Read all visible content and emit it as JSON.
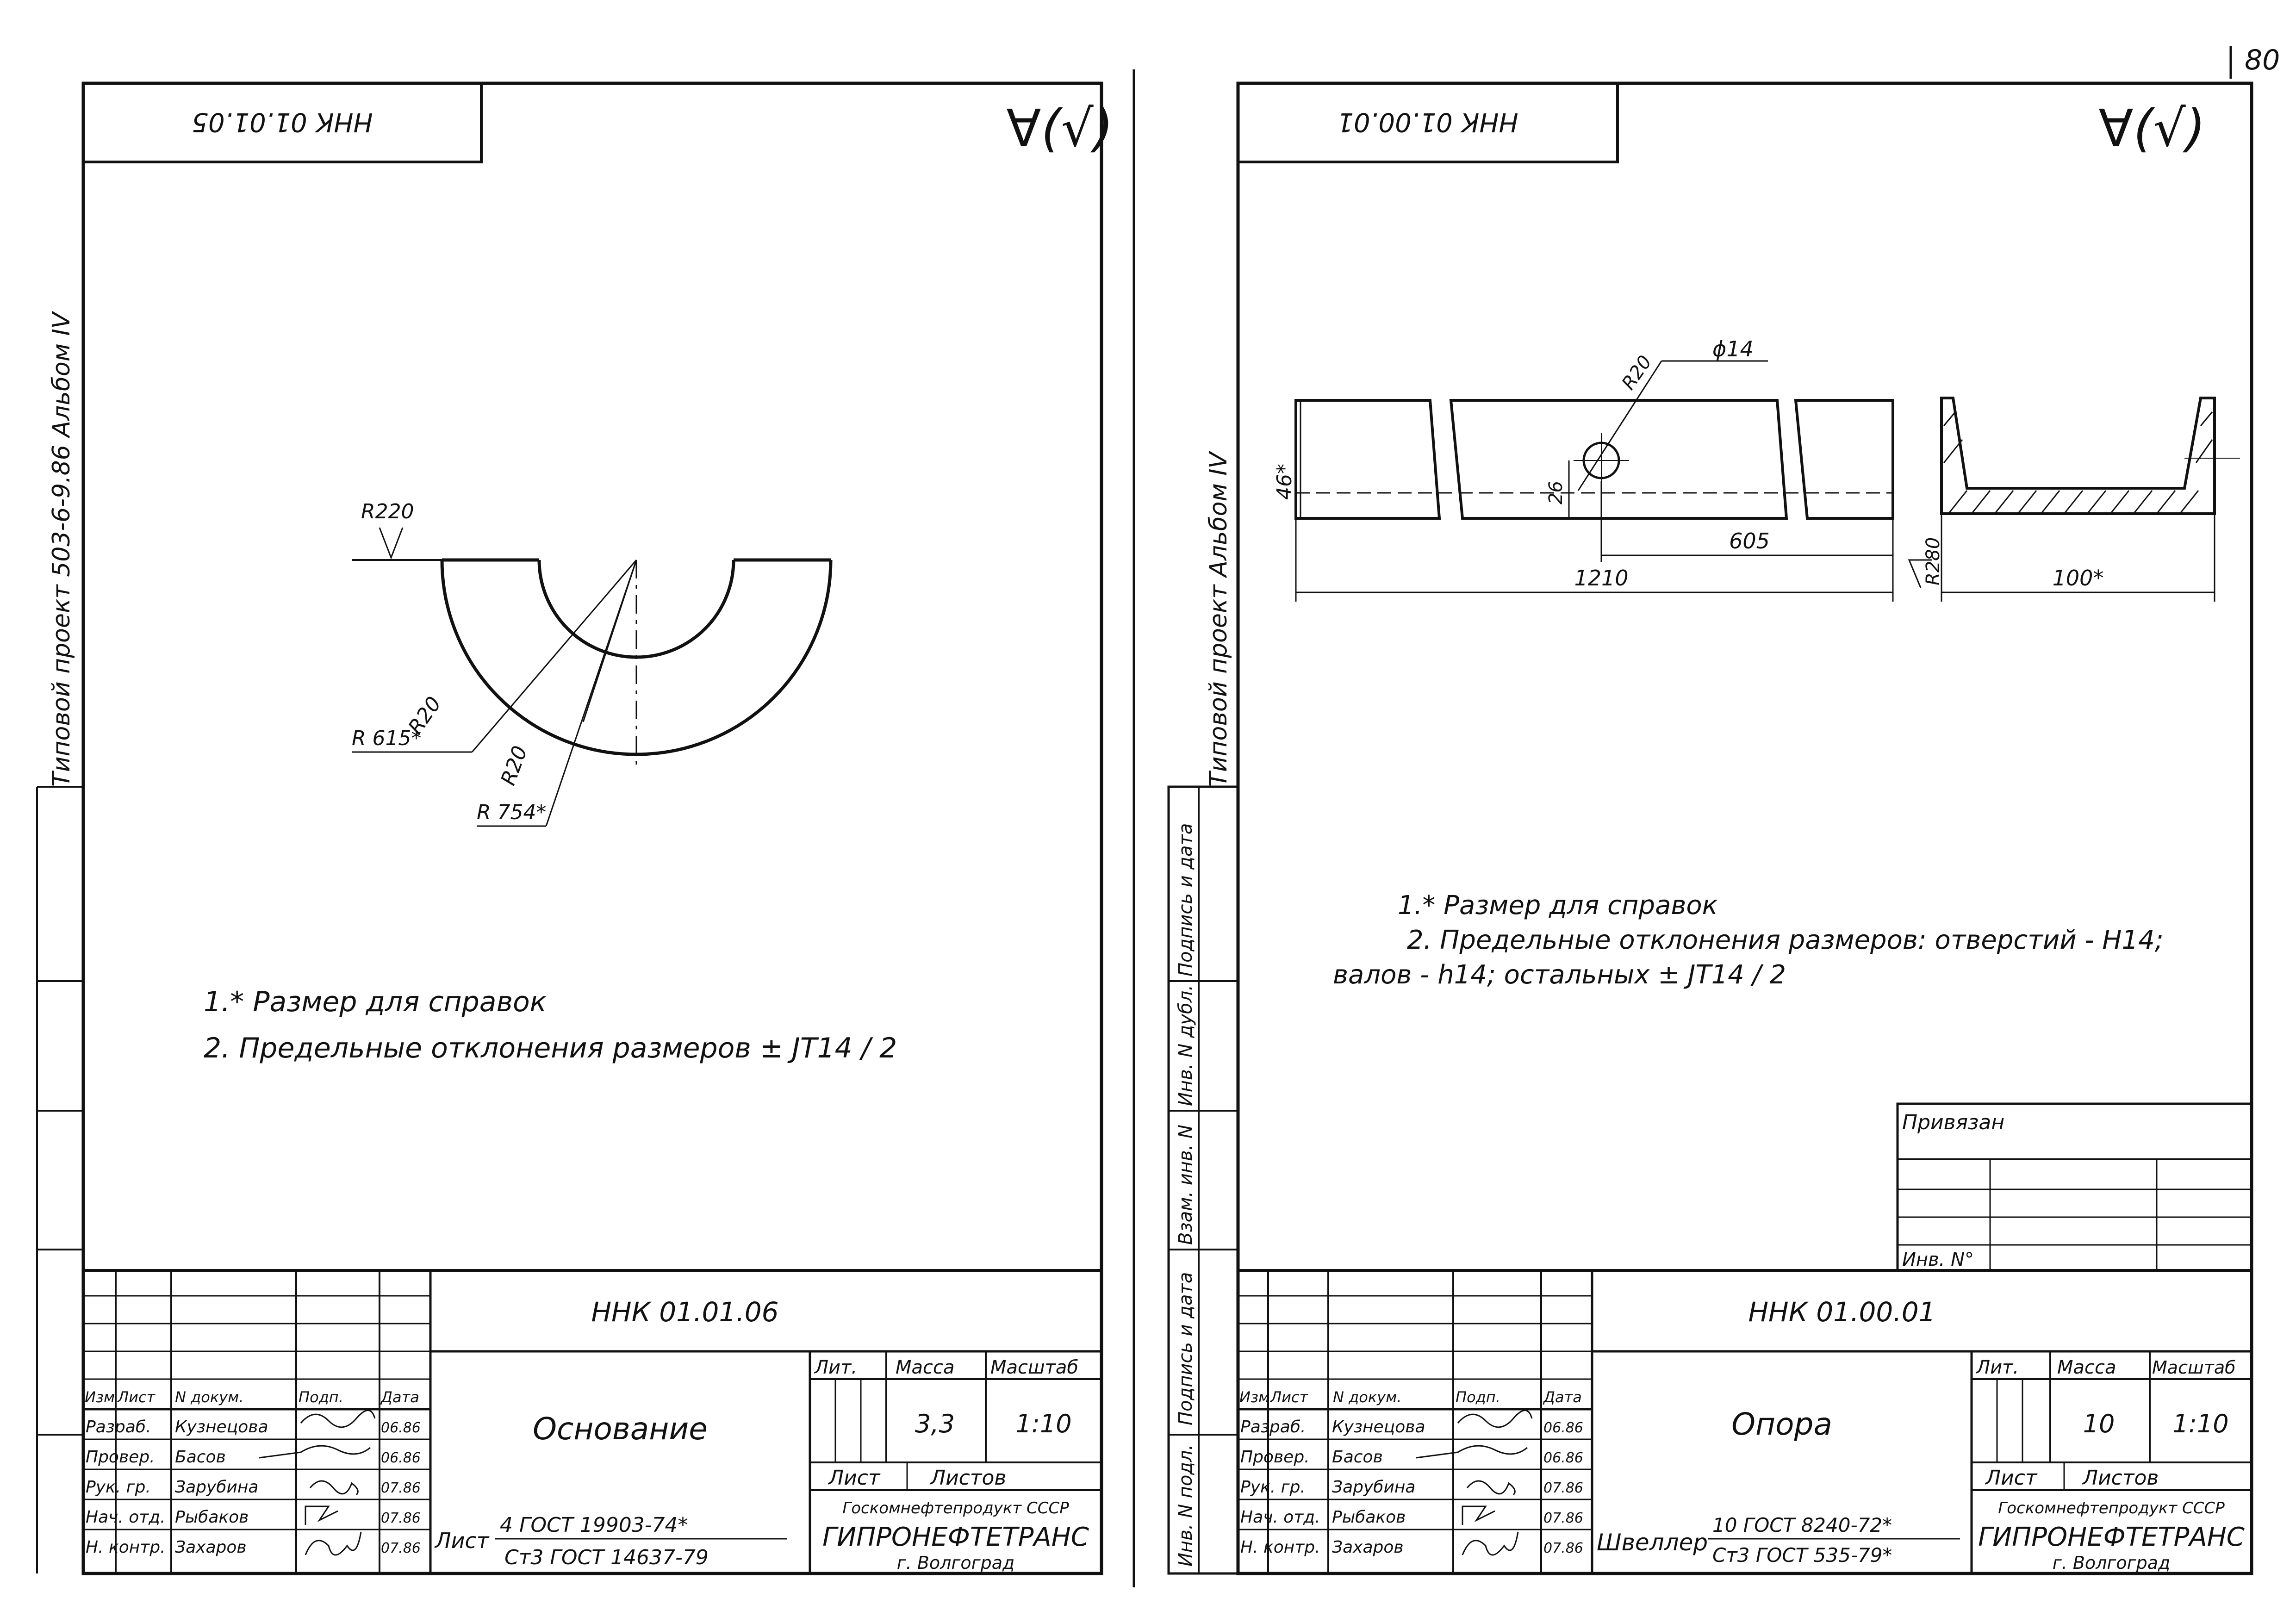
{
  "page_number": "80",
  "left": {
    "top_stamp": "ННК 01.01.05",
    "roughness": "∀(√)",
    "side_note": "Типовой проект 503-6-9.86   Альбом IV",
    "dims": {
      "r220": "R220",
      "r20a": "R20",
      "r20b": "R20",
      "r615": "R 615*",
      "r754": "R 754*"
    },
    "notes": [
      "1.* Размер для справок",
      "2. Предельные отклонения размеров ± JT14 / 2"
    ],
    "title_block": {
      "code": "ННК 01.01.06",
      "name": "Основание",
      "mass": "3,3",
      "scale": "1:10",
      "col_lit": "Лит.",
      "col_mass": "Масса",
      "col_scale": "Масштаб",
      "sheet": "Лист",
      "sheets": "Листов",
      "hdr": [
        "Изм",
        "Лист",
        "N докум.",
        "Подп.",
        "Дата"
      ],
      "rows": [
        {
          "role": "Разраб.",
          "name": "Кузнецова",
          "date": "06.86"
        },
        {
          "role": "Провер.",
          "name": "Басов",
          "date": "06.86"
        },
        {
          "role": "Рук. гр.",
          "name": "Зарубина",
          "date": "07.86"
        },
        {
          "role": "Нач. отд.",
          "name": "Рыбаков",
          "date": "07.86"
        },
        {
          "role": "Н. контр.",
          "name": "Захаров",
          "date": "07.86"
        }
      ],
      "material_prefix": "Лист",
      "material_top": "4 ГОСТ 19903-74*",
      "material_bottom": "Ст3 ГОСТ 14637-79",
      "org1": "Госкомнефтепродукт СССР",
      "org2": "ГИПРОНЕФТЕТРАНС",
      "org3": "г. Волгоград"
    }
  },
  "right": {
    "top_stamp": "ННК 01.00.01",
    "roughness": "∀(√)",
    "side_note": "Типовой проект   Альбом IV",
    "side_cols": [
      "Инв. N подл.",
      "Подпись и дата",
      "Взам. инв. N",
      "Инв. N дубл.",
      "Подпись и дата"
    ],
    "dims": {
      "d14": "ϕ14",
      "r20": "R20",
      "h46": "46*",
      "h26": "26",
      "l605": "605",
      "l1210": "1210",
      "r280": "R280",
      "w100": "100*"
    },
    "notes": [
      "1.* Размер для справок",
      "2. Предельные отклонения размеров: отверстий - H14;",
      "валов - h14; остальных ± JT14 / 2"
    ],
    "privyazan": "Привязан",
    "inv_no": "Инв. N°",
    "title_block": {
      "code": "ННК 01.00.01",
      "name": "Опора",
      "mass": "10",
      "scale": "1:10",
      "col_lit": "Лит.",
      "col_mass": "Масса",
      "col_scale": "Масштаб",
      "sheet": "Лист",
      "sheets": "Листов",
      "hdr": [
        "Изм.",
        "Лист",
        "N докум.",
        "Подп.",
        "Дата"
      ],
      "rows": [
        {
          "role": "Разраб.",
          "name": "Кузнецова",
          "date": "06.86"
        },
        {
          "role": "Провер.",
          "name": "Басов",
          "date": "06.86"
        },
        {
          "role": "Рук. гр.",
          "name": "Зарубина",
          "date": "07.86"
        },
        {
          "role": "Нач. отд.",
          "name": "Рыбаков",
          "date": "07.86"
        },
        {
          "role": "Н. контр.",
          "name": "Захаров",
          "date": "07.86"
        }
      ],
      "material_prefix": "Швеллер",
      "material_top": "10 ГОСТ 8240-72*",
      "material_bottom": "Ст3 ГОСТ 535-79*",
      "org1": "Госкомнефтепродукт СССР",
      "org2": "ГИПРОНЕФТЕТРАНС",
      "org3": "г. Волгоград"
    }
  }
}
